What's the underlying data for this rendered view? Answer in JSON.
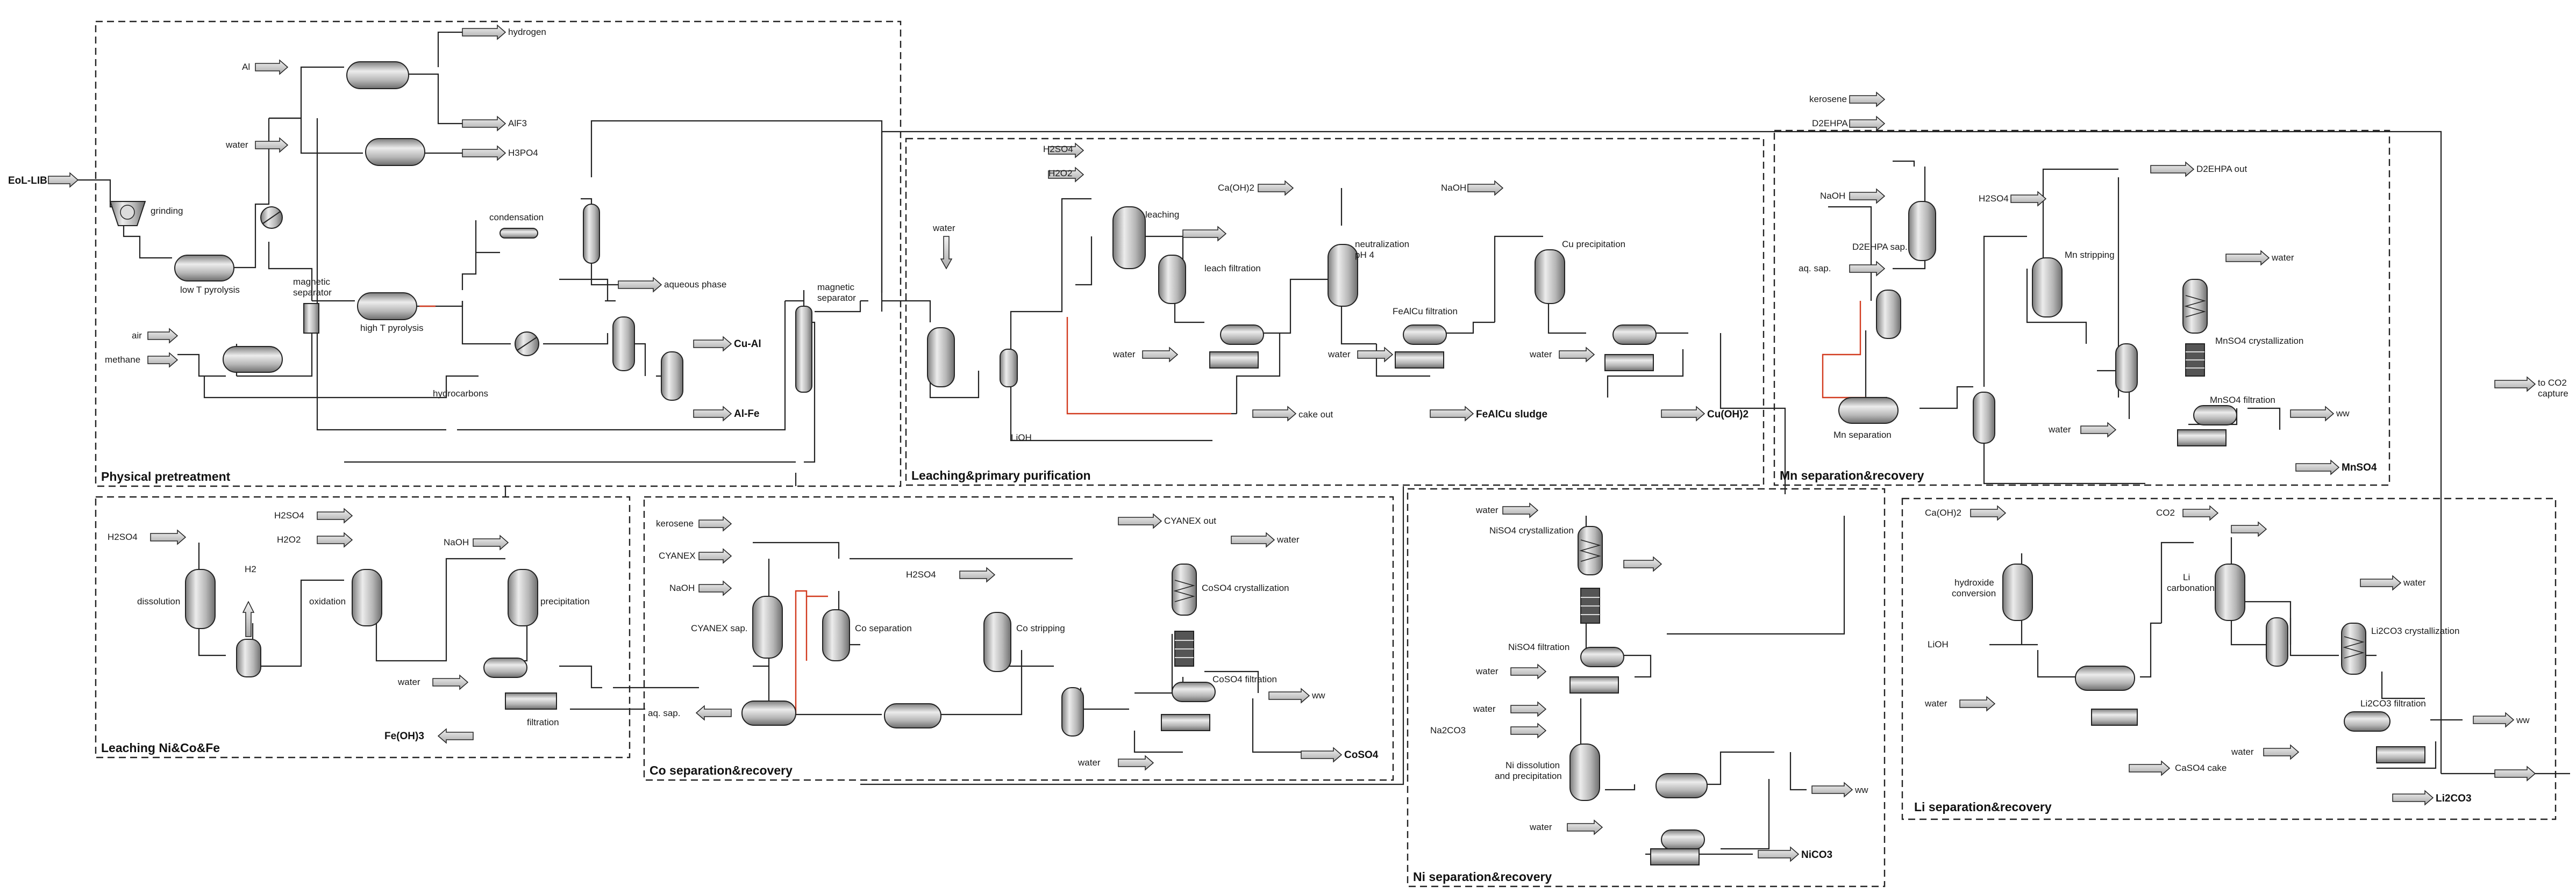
{
  "sections": {
    "physical": "Physical pretreatment",
    "leaching": "Leaching&primary purification",
    "mn": "Mn separation&recovery",
    "leach_ni": "Leaching Ni&Co&Fe",
    "co": "Co separation&recovery",
    "ni": "Ni separation&recovery",
    "li": "Li separation&recovery"
  },
  "streams": {
    "eol_lib": "EoL-LIB",
    "al": "Al",
    "water": "water",
    "air": "air",
    "methane": "methane",
    "hydrogen": "hydrogen",
    "alf3": "AlF3",
    "h3po4": "H3PO4",
    "aqueous_phase": "aqueous phase",
    "cu_al": "Cu-Al",
    "al_fe": "Al-Fe",
    "hydrocarbons": "hydrocarbons",
    "h2so4": "H2SO4",
    "h2o2": "H2O2",
    "caoh2": "Ca(OH)2",
    "naoh": "NaOH",
    "lioh": "LiOH",
    "cake_out": "cake out",
    "fealcu_sludge": "FeAlCu sludge",
    "cuoh2": "Cu(OH)2",
    "kerosene": "kerosene",
    "d2ehpa": "D2EHPA",
    "d2ehpa_out": "D2EHPA out",
    "aq_sap": "aq. sap.",
    "ww": "ww",
    "mnso4": "MnSO4",
    "to_co2_capture_1": "to CO2",
    "to_co2_capture_2": "capture",
    "h2": "H2",
    "feoh3": "Fe(OH)3",
    "cyanex": "CYANEX",
    "cyanex_out": "CYANEX out",
    "coso4": "CoSO4",
    "niso4_xtal": "NiSO4 crystallization",
    "na2co3": "Na2CO3",
    "nico3": "NiCO3",
    "co2": "CO2",
    "caso4_cake": "CaSO4 cake",
    "li2co3": "Li2CO3"
  },
  "units": {
    "grinding": "grinding",
    "low_t_pyrolysis": "low T pyrolysis",
    "magnetic_separator_1": "magnetic",
    "magnetic_separator_2": "separator",
    "high_t_pyrolysis": "high T pyrolysis",
    "condensation": "condensation",
    "leaching": "leaching",
    "neutralization_1": "neutralization",
    "neutralization_2": "pH 4",
    "leach_filtration": "leach filtration",
    "fealcu_filtration": "FeAlCu filtration",
    "cu_precipitation": "Cu precipitation",
    "d2ehpa_sap": "D2EHPA sap.",
    "mn_separation": "Mn separation",
    "mn_stripping": "Mn stripping",
    "mnso4_crystallization": "MnSO4 crystallization",
    "mnso4_filtration": "MnSO4 filtration",
    "dissolution": "dissolution",
    "oxidation": "oxidation",
    "precipitation": "precipitation",
    "filtration": "filtration",
    "cyanex_sap": "CYANEX sap.",
    "co_separation": "Co separation",
    "co_stripping": "Co stripping",
    "coso4_crystallization": "CoSO4 crystallization",
    "coso4_filtration": "CoSO4 filtration",
    "niso4_filtration": "NiSO4 filtration",
    "ni_dissolution_1": "Ni dissolution",
    "ni_dissolution_2": "and precipitation",
    "hydroxide_conversion_1": "hydroxide",
    "hydroxide_conversion_2": "conversion",
    "li_carbonation_1": "Li",
    "li_carbonation_2": "carbonation",
    "li2co3_crystallization": "Li2CO3 crystallization",
    "li2co3_filtration": "Li2CO3 filtration"
  },
  "colors": {
    "line": "#222222",
    "recycle": "#d23a1e",
    "equipment_light": "#e4e4e4",
    "equipment_dark": "#8d8d8d"
  }
}
